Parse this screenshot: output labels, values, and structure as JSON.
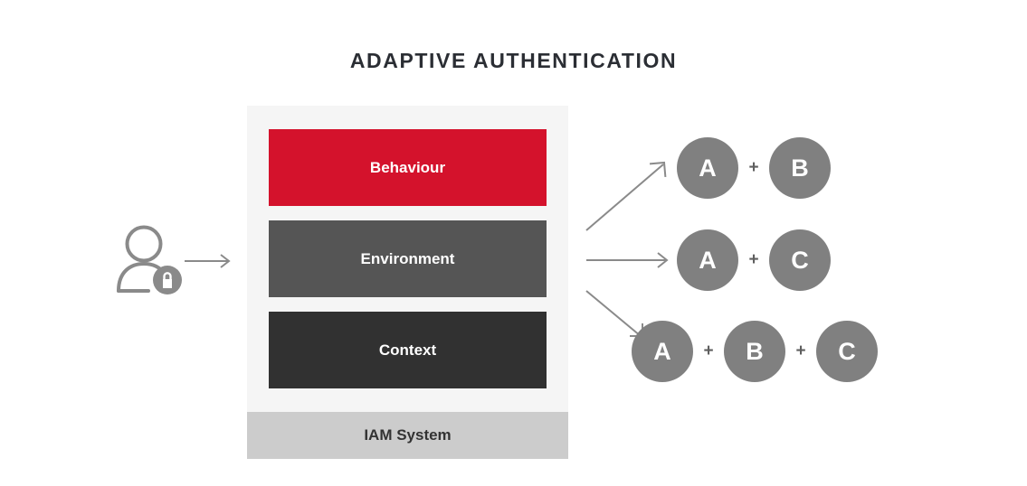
{
  "title": "ADAPTIVE AUTHENTICATION",
  "colors": {
    "behaviour": "#d4122c",
    "environment": "#555555",
    "context": "#313131",
    "base_band": "#cccccc",
    "stack_background": "#f5f5f5",
    "token_circle": "#808080",
    "title_text": "#2b2e34",
    "arrow": "#8a8a8a",
    "page_background": "#ffffff"
  },
  "user": {
    "icon": "person-with-lock-icon",
    "lock_badge": "lock-icon",
    "arrow": "arrow-right-icon"
  },
  "stack": {
    "layers": [
      {
        "label": "Behaviour"
      },
      {
        "label": "Environment"
      },
      {
        "label": "Context"
      }
    ],
    "base": {
      "label": "IAM System"
    }
  },
  "fan_arrows": [
    {
      "name": "arrow-up-right-icon",
      "direction": "up-right"
    },
    {
      "name": "arrow-right-icon",
      "direction": "right"
    },
    {
      "name": "arrow-down-right-icon",
      "direction": "down-right"
    }
  ],
  "outcomes": [
    {
      "name": "outcome-a-b",
      "tokens": [
        "A",
        "B"
      ],
      "separators": [
        "+"
      ]
    },
    {
      "name": "outcome-a-c",
      "tokens": [
        "A",
        "C"
      ],
      "separators": [
        "+"
      ]
    },
    {
      "name": "outcome-a-b-c",
      "tokens": [
        "A",
        "B",
        "C"
      ],
      "separators": [
        "+",
        "+"
      ]
    }
  ]
}
